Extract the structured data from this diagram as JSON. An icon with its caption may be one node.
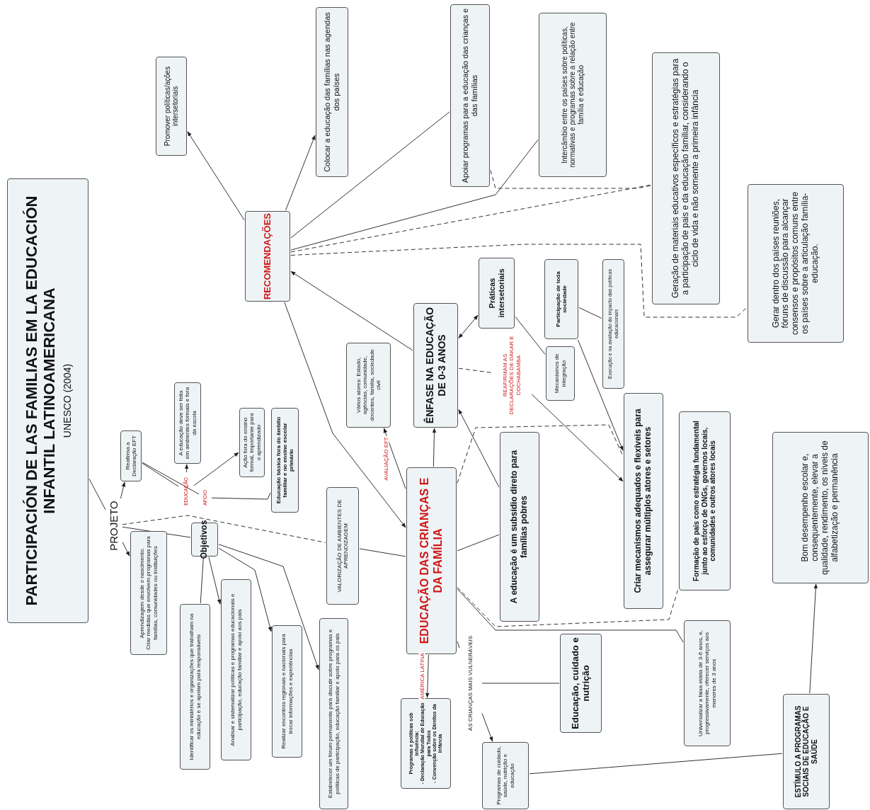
{
  "diagram": {
    "nodes": [
      {
        "text": [
          "PARTICIPACIÓN DE LAS FAMILIAS EM LA EDUCACIÓN INFANTIL LATINOAMERICANA",
          "UNESCO (2004)"
        ]
      },
      {
        "text": [
          "PROJETO"
        ]
      },
      {
        "text": [
          "Reafirma a Declaração EFT"
        ]
      },
      {
        "text": [
          "Aprendizagem desde o nascimento.",
          "Criar medidas que envolvem programas para famílias, comunidades ou instituições"
        ]
      },
      {
        "text": [
          "Objetivos"
        ]
      },
      {
        "text": [
          "EDUCAÇÃO"
        ]
      },
      {
        "text": [
          "APOIO"
        ]
      },
      {
        "text": [
          "A educação deve ser feita em ambientes formais e fora da escola"
        ]
      },
      {
        "text": [
          "Ação fora do ensino formal, importante para o aprendizado"
        ]
      },
      {
        "text": [
          "Educação básica fora do âmbito familiar e no ensino escolar primário"
        ]
      },
      {
        "text": [
          "Identificar os ministérios e organizações que trabalham na educação e se apoiam para responsáveis"
        ]
      },
      {
        "text": [
          "Analisar e sistematizar políticas e programas educacionais e participação, educação familiar e apoio aos pais"
        ]
      },
      {
        "text": [
          "Realizar encontros regionais e nacionais para trocar informações e experiências"
        ]
      },
      {
        "text": [
          "Estabelecer um fórum permanente para discutir sobre programas e políticas de participação, educação familiar e apoio para os pais"
        ]
      },
      {
        "text": [
          "VALORIZAÇÃO DE AMBIENTES DE APRENDIZAGEM"
        ]
      },
      {
        "text": [
          "Vários atores: Estado, agências, comunidade, docentes, família, sociedade civil"
        ]
      },
      {
        "text": [
          "RECOMENDAÇÕES"
        ]
      },
      {
        "text": [
          "Promover políticas/ações intersetoriais"
        ]
      },
      {
        "text": [
          "Colocar a educação das famílias nas agendas dos países"
        ]
      },
      {
        "text": [
          "Apoiar programas para a educação das crianças e das famílias"
        ]
      },
      {
        "text": [
          "Intercâmbio entre os países sobre políticas, normativas e programas sobre a relação entre família e educação"
        ]
      },
      {
        "text": [
          "Geração de materiais educativos específicos e estratégias para a participação de pais e da educação familiar, considerando o ciclo de vida e não somente a primeira infância"
        ]
      },
      {
        "text": [
          "Gerar dentro dos países reuniões, fóruns de discussão para alcançar consensos e propósitos comuns entre os países sobre a articulação família-educação."
        ]
      },
      {
        "text": [
          "ÊNFASE NA EDUCAÇÃO DE 0-3 ANOS"
        ]
      },
      {
        "text": [
          "Práticas intersetoriais"
        ]
      },
      {
        "text": [
          "Mecanismos de integração"
        ]
      },
      {
        "text": [
          "Participação de toda sociedade"
        ]
      },
      {
        "text": [
          "Execução e na avaliação do impacto das políticas educacionais"
        ]
      },
      {
        "text": [
          "REAFIRMAM AS DECLARAÇÕES DE DAKAR E COCHABAMBA"
        ]
      },
      {
        "text": [
          "Criar mecanismos adequados e flexíveis para assegurar múltiplos atores e setores"
        ]
      },
      {
        "text": [
          "EDUCAÇÃO DAS CRIANÇAS E DA FAMÍLIA"
        ]
      },
      {
        "text": [
          "A educação é um subsídio direto para famílias pobres"
        ]
      },
      {
        "text": [
          "Formação de pais como estratégia fundamental junto ao esforço de ONGs, governos locais, comunidades e outros atores locais"
        ]
      },
      {
        "text": [
          "Programas e políticas sob influência:",
          "- Declaração Mundial de Educação para Todos",
          "- Convenção sobre os Direitos da Infância"
        ]
      },
      {
        "text": [
          "ÀS CRIANÇAS MAIS VULNERÁVEIS"
        ]
      },
      {
        "text": [
          "Programas de cuidado, saúde, nutrição e educação"
        ]
      },
      {
        "text": [
          "Educação, cuidado e nutrição"
        ]
      },
      {
        "text": [
          "Universalizar a faixa etária de 3-6 anos, e, progressivamente, oferecer serviços aos menores de 3 anos"
        ]
      },
      {
        "text": [
          "ESTÍMULO A PROGRAMAS SOCIAIS DE EDUCAÇÃO E SAÚDE"
        ]
      },
      {
        "text": [
          "Bom desempenho escolar e, consequentemente, elevar a qualidade, rendimento, os níveis de alfabetização e permanência"
        ]
      }
    ],
    "edges": [
      {
        "from": 0,
        "to": 1,
        "arrow": "none"
      },
      {
        "from": 1,
        "to": 2,
        "arrow": "to"
      },
      {
        "from": 1,
        "to": 3,
        "arrow": "to"
      },
      {
        "from": 1,
        "to": 4,
        "arrow": "none"
      },
      {
        "from": 1,
        "to": 14,
        "arrow": "none",
        "style": "dashed"
      },
      {
        "from": 2,
        "to": 5,
        "arrow": "none"
      },
      {
        "from": 2,
        "to": 6,
        "arrow": "none"
      },
      {
        "from": 5,
        "to": 7,
        "arrow": "to"
      },
      {
        "from": 5,
        "to": 8,
        "arrow": "to"
      },
      {
        "from": 6,
        "to": 9,
        "arrow": "none"
      },
      {
        "from": 4,
        "to": 10,
        "arrow": "none"
      },
      {
        "from": 4,
        "to": 11,
        "arrow": "to"
      },
      {
        "from": 4,
        "to": 12,
        "arrow": "to"
      },
      {
        "from": 4,
        "to": 13,
        "arrow": "to"
      },
      {
        "from": 14,
        "to": 30,
        "arrow": "none"
      },
      {
        "from": 30,
        "to": 15,
        "arrow": "to",
        "label": "AVALIAÇÃO EFT"
      },
      {
        "from": 16,
        "to": 30,
        "arrow": "to"
      },
      {
        "from": 23,
        "to": 16,
        "arrow": "to"
      },
      {
        "from": 16,
        "to": 17,
        "arrow": "to"
      },
      {
        "from": 16,
        "to": 18,
        "arrow": "to"
      },
      {
        "from": 16,
        "to": 19,
        "arrow": "none"
      },
      {
        "from": 16,
        "to": 20,
        "arrow": "none"
      },
      {
        "from": 16,
        "to": 21,
        "arrow": "none",
        "style": "dashed"
      },
      {
        "from": 16,
        "to": 22,
        "arrow": "none",
        "style": "dashed"
      },
      {
        "from": 19,
        "to": 21,
        "arrow": "none",
        "style": "dashed"
      },
      {
        "from": 23,
        "to": 24,
        "arrow": "both"
      },
      {
        "from": 30,
        "to": 23,
        "arrow": "to"
      },
      {
        "from": 31,
        "to": 23,
        "arrow": "to"
      },
      {
        "from": 23,
        "to": 28,
        "arrow": "none",
        "style": "dashed"
      },
      {
        "from": 28,
        "to": 29,
        "arrow": "to"
      },
      {
        "from": 24,
        "to": 25,
        "arrow": "none"
      },
      {
        "from": 26,
        "to": 29,
        "arrow": "to"
      },
      {
        "from": 26,
        "to": 27,
        "arrow": "none"
      },
      {
        "from": 30,
        "to": 29,
        "arrow": "none",
        "style": "dashed"
      },
      {
        "from": 30,
        "to": 32,
        "arrow": "none",
        "style": "dashed"
      },
      {
        "from": 30,
        "to": 31,
        "arrow": "none"
      },
      {
        "from": 30,
        "to": 33,
        "arrow": "to",
        "label": "AMÉRICA LATINA"
      },
      {
        "from": 30,
        "to": 34,
        "arrow": "none"
      },
      {
        "from": 34,
        "to": 35,
        "arrow": "to"
      },
      {
        "from": 34,
        "to": 36,
        "arrow": "none"
      },
      {
        "from": 30,
        "to": 37,
        "arrow": "none"
      },
      {
        "from": 35,
        "to": 38,
        "arrow": "none"
      },
      {
        "from": 38,
        "to": 39,
        "arrow": "to"
      }
    ]
  }
}
